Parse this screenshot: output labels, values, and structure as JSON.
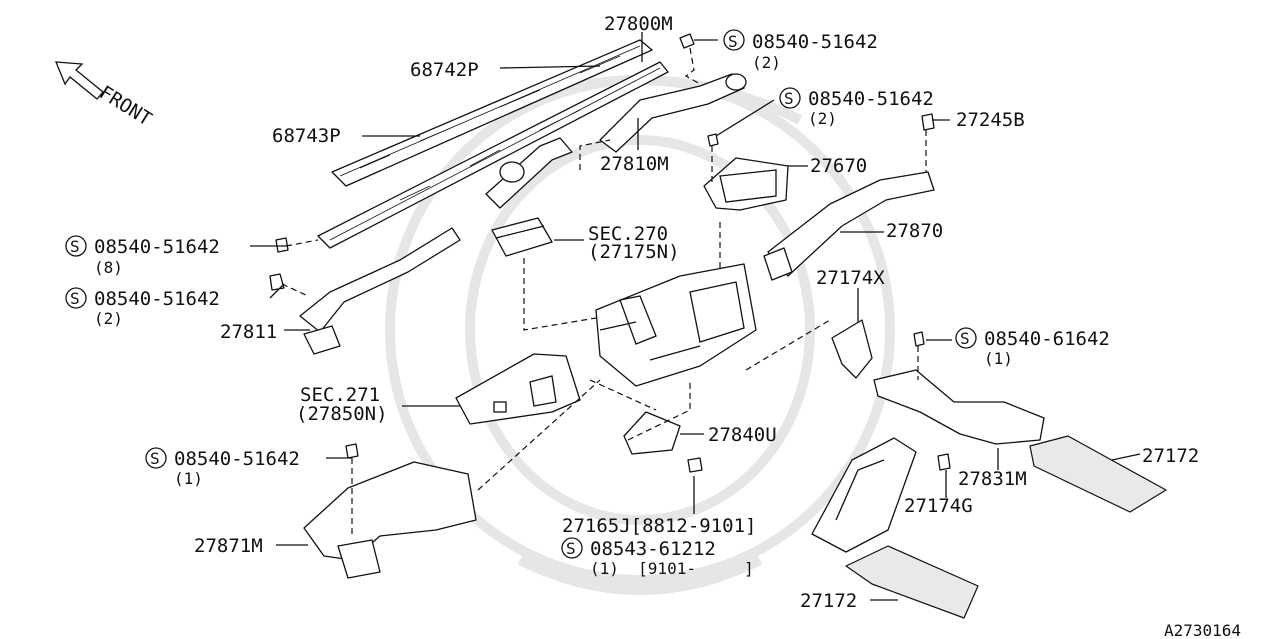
{
  "direction": {
    "label": "FRONT"
  },
  "callouts": {
    "c27800m": "27800M",
    "c68742p": "68742P",
    "c68743p": "68743P",
    "c27810m": "27810M",
    "c27245b": "27245B",
    "c27670": "27670",
    "c27870": "27870",
    "c27174x": "27174X",
    "c27811": "27811",
    "c27840u": "27840U",
    "c27172a": "27172",
    "c27831m": "27831M",
    "c27174g": "27174G",
    "c27871m": "27871M",
    "c27165j": "27165J[8812-9101]",
    "c27172b": "27172",
    "sec270_code": "SEC.270",
    "sec270_part": "(27175N)",
    "sec271_code": "SEC.271",
    "sec271_part": "(27850N)"
  },
  "screws": [
    {
      "symbol": "S",
      "part": "08540-51642",
      "qty": "(2)"
    },
    {
      "symbol": "S",
      "part": "08540-51642",
      "qty": "(2)"
    },
    {
      "symbol": "S",
      "part": "08540-51642",
      "qty": "(8)"
    },
    {
      "symbol": "S",
      "part": "08540-51642",
      "qty": "(2)"
    },
    {
      "symbol": "S",
      "part": "08540-61642",
      "qty": "(1)"
    },
    {
      "symbol": "S",
      "part": "08540-51642",
      "qty": "(1)"
    },
    {
      "symbol": "S",
      "part": "08543-61212",
      "qty": "(1)  [9101-     ]"
    }
  ],
  "diagram_id": "A2730164"
}
